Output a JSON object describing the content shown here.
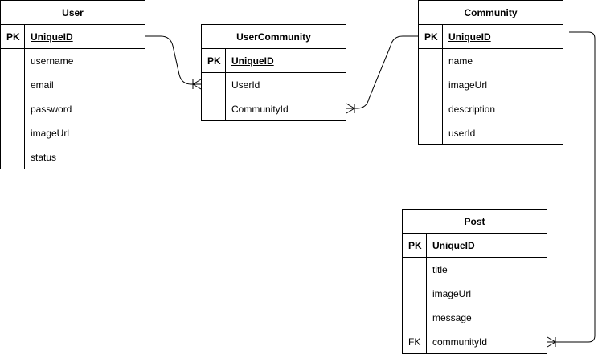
{
  "entities": {
    "user": {
      "title": "User",
      "pk": {
        "key": "PK",
        "field": "UniqueID"
      },
      "rows": [
        {
          "key": "",
          "field": "username"
        },
        {
          "key": "",
          "field": "email"
        },
        {
          "key": "",
          "field": "password"
        },
        {
          "key": "",
          "field": "imageUrl"
        },
        {
          "key": "",
          "field": "status"
        }
      ]
    },
    "user_community": {
      "title": "UserCommunity",
      "pk": {
        "key": "PK",
        "field": "UniqueID"
      },
      "rows": [
        {
          "key": "",
          "field": "UserId"
        },
        {
          "key": "",
          "field": "CommunityId"
        }
      ]
    },
    "community": {
      "title": "Community",
      "pk": {
        "key": "PK",
        "field": "UniqueID"
      },
      "rows": [
        {
          "key": "",
          "field": "name"
        },
        {
          "key": "",
          "field": "imageUrl"
        },
        {
          "key": "",
          "field": "description"
        },
        {
          "key": "",
          "field": "userId"
        }
      ]
    },
    "post": {
      "title": "Post",
      "pk": {
        "key": "PK",
        "field": "UniqueID"
      },
      "rows": [
        {
          "key": "",
          "field": "title"
        },
        {
          "key": "",
          "field": "imageUrl"
        },
        {
          "key": "",
          "field": "message"
        },
        {
          "key": "FK",
          "field": "communityId"
        }
      ]
    }
  },
  "relationships": [
    {
      "from": "User.UniqueID",
      "to": "UserCommunity.UserId",
      "cardinality": "one-to-many"
    },
    {
      "from": "Community.UniqueID",
      "to": "UserCommunity.CommunityId",
      "cardinality": "one-to-many"
    },
    {
      "from": "Community.UniqueID",
      "to": "Post.communityId",
      "cardinality": "one-to-many"
    }
  ]
}
